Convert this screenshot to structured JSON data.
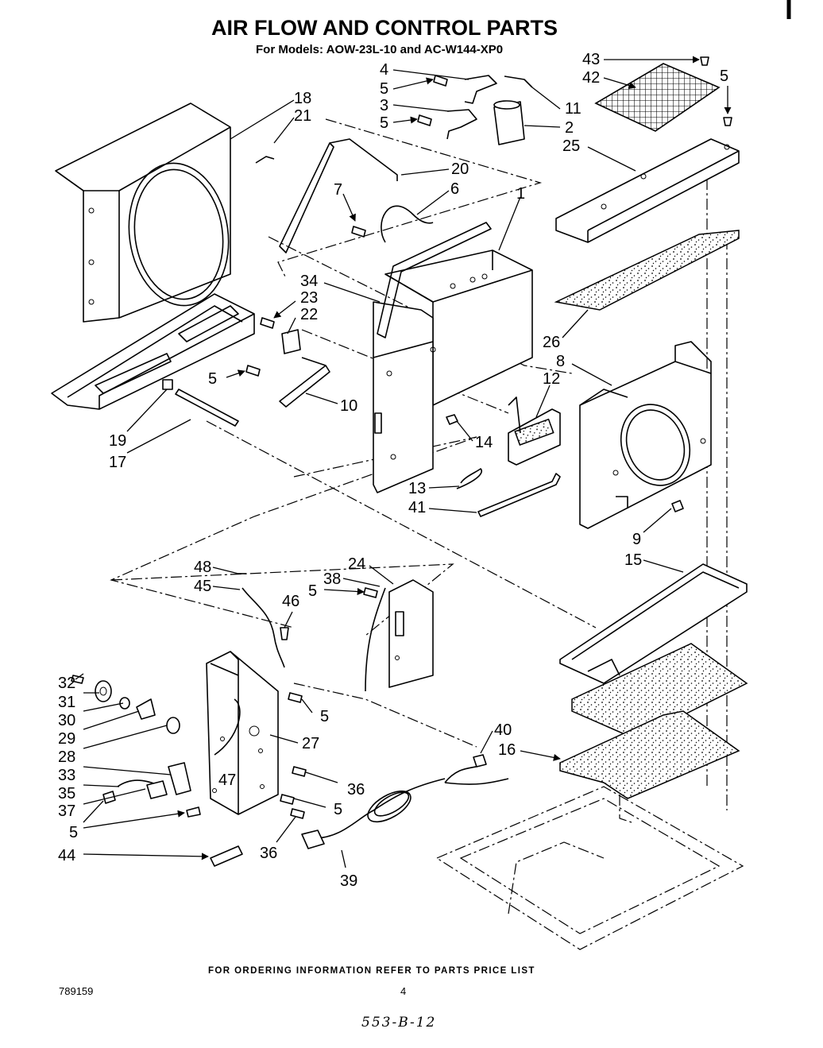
{
  "header": {
    "title": "AIR FLOW AND CONTROL PARTS",
    "subtitle": "For Models: AOW-23L-10 and AC-W144-XP0"
  },
  "footer": {
    "ordering_note": "FOR ORDERING INFORMATION REFER TO PARTS PRICE LIST",
    "doc_number": "789159",
    "page_number": "4",
    "handwritten_code": "553-B-12"
  },
  "callouts": {
    "c43": "43",
    "c42": "42",
    "c5a": "5",
    "c25": "25",
    "c4": "4",
    "c5b": "5",
    "c3": "3",
    "c5c": "5",
    "c11": "11",
    "c2": "2",
    "c18": "18",
    "c21": "21",
    "c20": "20",
    "c7": "7",
    "c6": "6",
    "c1": "1",
    "c34": "34",
    "c23": "23",
    "c22": "22",
    "c26": "26",
    "c8": "8",
    "c12": "12",
    "c5d": "5",
    "c10": "10",
    "c19": "19",
    "c17": "17",
    "c14": "14",
    "c13": "13",
    "c41": "41",
    "c9": "9",
    "c15": "15",
    "c48": "48",
    "c45": "45",
    "c46": "46",
    "c5e": "5",
    "c38": "38",
    "c24": "24",
    "c32": "32",
    "c31": "31",
    "c30": "30",
    "c29": "29",
    "c28": "28",
    "c33": "33",
    "c35": "35",
    "c37": "37",
    "c5f": "5",
    "c44": "44",
    "c27": "27",
    "c47": "47",
    "c5g": "5",
    "c36a": "36",
    "c5h": "5",
    "c36b": "36",
    "c39": "39",
    "c40": "40",
    "c16": "16"
  }
}
